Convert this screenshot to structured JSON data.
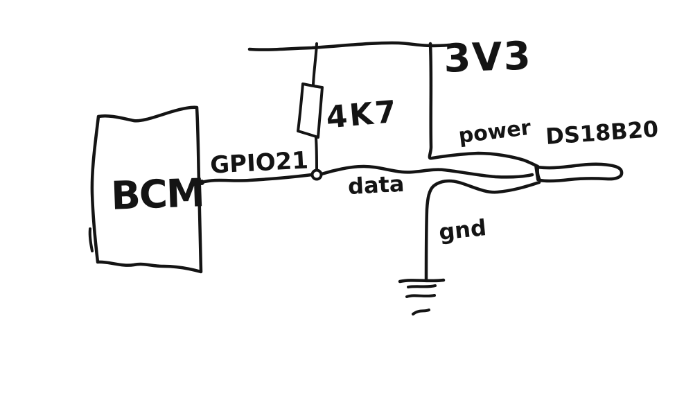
{
  "sketch": {
    "background_color": "#ffffff",
    "ink_color": "#141414",
    "labels": {
      "bcm": "BCM",
      "gpio21": "GPIO21",
      "resistor_value": "4K7",
      "rail": "3V3",
      "power": "power",
      "data": "data",
      "gnd": "gnd",
      "sensor": "DS18B20"
    },
    "connections": [
      "BCM pin GPIO21 connects to DS18B20 data line",
      "4K7 pull-up resistor between data line and 3V3 rail",
      "3V3 rail connects to DS18B20 power line",
      "DS18B20 gnd line connects to ground symbol"
    ]
  }
}
